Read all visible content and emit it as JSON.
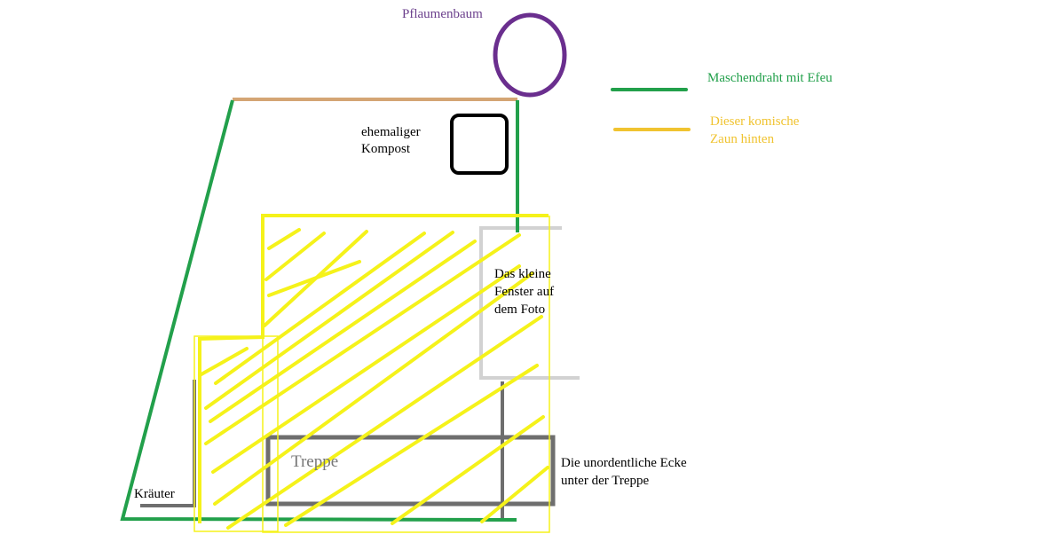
{
  "labels": {
    "plum_tree": "Pflaumenbaum",
    "compost_line1": "ehemaliger",
    "compost_line2": "Kompost",
    "window_line1": "Das kleine",
    "window_line2": "Fenster auf",
    "window_line3": "dem Foto",
    "stairs": "Treppe",
    "corner_line1": "Die unordentliche Ecke",
    "corner_line2": "unter der Treppe",
    "herbs": "Kräuter"
  },
  "legend": [
    {
      "label": "Maschendraht mit Efeu",
      "color": "#22a04b"
    },
    {
      "label_line1": "Dieser komische",
      "label_line2": "Zaun hinten",
      "color": "#f0c330"
    }
  ],
  "colors": {
    "fence_green": "#22a04b",
    "fence_tan": "#d4a574",
    "plum_purple": "#6a2e8e",
    "hatch_yellow": "#f5f21a",
    "wall_gray": "#6e6e6e",
    "window_gray": "#d2d2d2"
  }
}
